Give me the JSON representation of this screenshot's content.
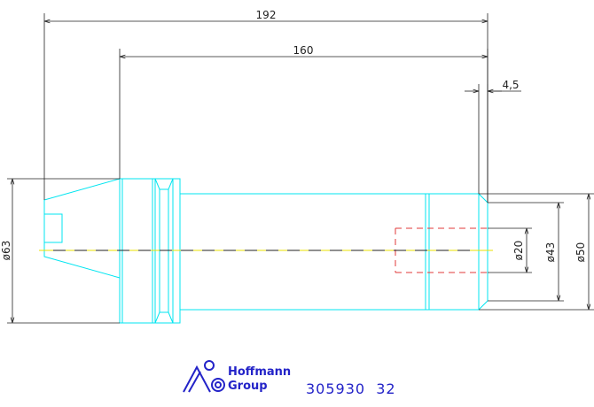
{
  "drawing": {
    "dimensions": {
      "overall_length": "192",
      "body_length": "160",
      "end_chamfer": "4,5",
      "dia_flange": "ø63",
      "dia_bore": "ø20",
      "dia_shank": "ø43",
      "dia_end": "ø50"
    },
    "logo": {
      "line1": "Hoffmann",
      "line2": "Group",
      "symbol": "hoffmann-logo-icon"
    },
    "article_number": "305930  32",
    "colors": {
      "part_outline": "#00e5f0",
      "dimension": "#222222",
      "hidden_line": "#e03a3a",
      "center_line": "#e8e000",
      "brand": "#2323c8"
    }
  }
}
